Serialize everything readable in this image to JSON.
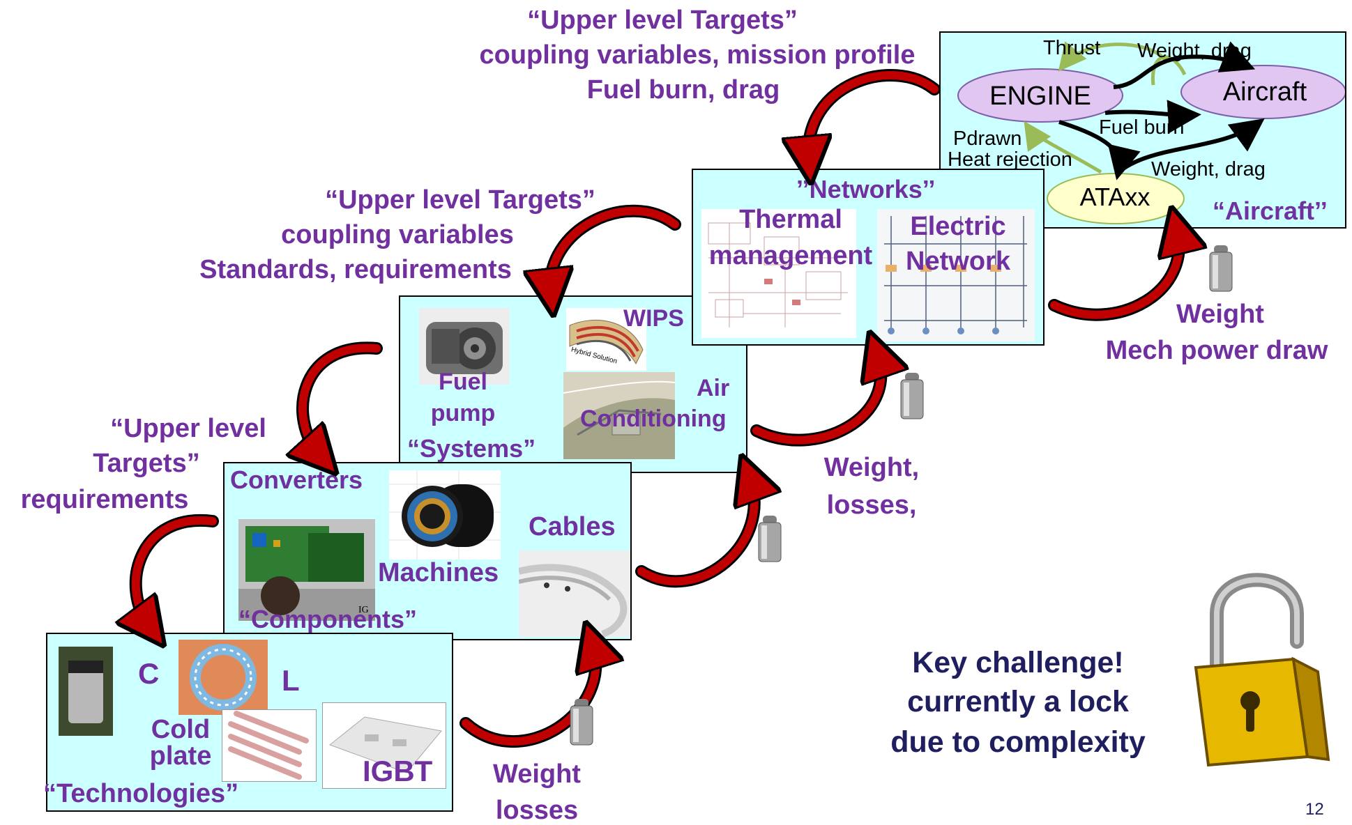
{
  "top_targets": {
    "line1": "“Upper level Targets”",
    "line2": "coupling variables, mission profile",
    "line3": "Fuel burn, drag"
  },
  "mid_targets": {
    "line1": "“Upper level Targets”",
    "line2": "coupling variables",
    "line3": "Standards, requirements"
  },
  "low_targets": {
    "line1": "“Upper level",
    "line2": "Targets”",
    "line3": "requirements"
  },
  "aircraft_box": {
    "title": "“Aircraft’’",
    "engine": "ENGINE",
    "aircraft": "Aircraft",
    "ataxx": "ATAxx",
    "thrust": "Thrust",
    "weight_drag_top": "Weight, drag",
    "fuel_burn": "Fuel burn",
    "pdrawn": "Pdrawn",
    "heat_rejection": "Heat rejection",
    "weight_drag_bottom": "Weight, drag"
  },
  "networks_box": {
    "title": "’’Networks’’",
    "thermal_line1": "Thermal",
    "thermal_line2": "management",
    "electric_line1": "Electric",
    "electric_line2": "Network"
  },
  "systems_box": {
    "title": "“Systems”",
    "wips": "WIPS",
    "fuel_line1": "Fuel",
    "fuel_line2": "pump",
    "air_line1": "Air",
    "air_line2": "Conditioning",
    "hybrid_caption": "Hybrid Solution"
  },
  "components_box": {
    "title": "“Components”",
    "converters": "Converters",
    "machines": "Machines",
    "cables": "Cables",
    "ig_mark": "IG"
  },
  "technologies_box": {
    "title": "“Technologies”",
    "c": "C",
    "l": "L",
    "cold_line1": "Cold",
    "cold_line2": "plate",
    "igbt": "IGBT"
  },
  "feedback": {
    "tech_line1": "Weight",
    "tech_line2": "losses",
    "systems_line1": "Weight,",
    "systems_line2": "losses,",
    "aircraft_line1": "Weight",
    "aircraft_line2": "Mech power draw"
  },
  "challenge": {
    "line1": "Key challenge!",
    "line2": "currently a lock",
    "line3": "due to complexity"
  },
  "page_number": "12",
  "colors": {
    "box_fill": "#CCFFFF",
    "label_purple": "#7030A0",
    "arrow_red": "#C00000",
    "challenge_navy": "#1F1F5F"
  }
}
